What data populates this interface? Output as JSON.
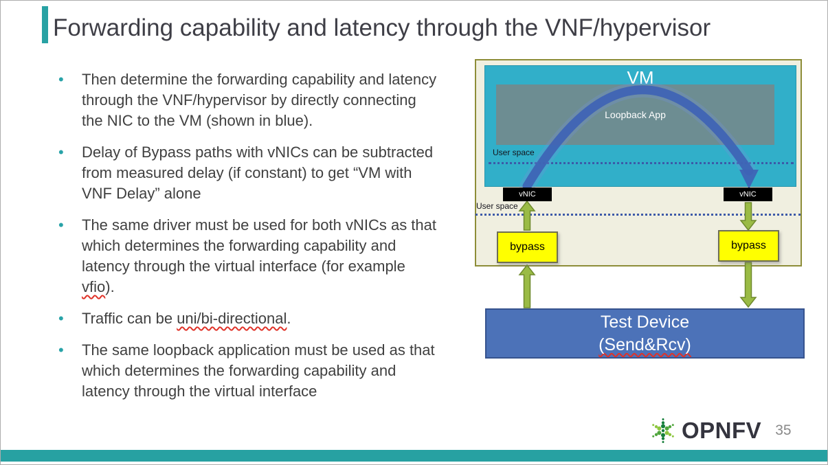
{
  "slide": {
    "title": "Forwarding capability and latency through the VNF/hypervisor"
  },
  "bullets": [
    {
      "t1": "Then determine the forwarding capability and latency through the VNF/hypervisor by directly connecting the NIC to the VM (shown in blue)."
    },
    {
      "t1": "Delay of Bypass paths with vNICs can be subtracted from measured delay (if constant) to get “VM with VNF Delay” alone"
    },
    {
      "t1": "The same driver must be used for both vNICs as that which determines the forwarding capability and latency through the virtual interface (for example ",
      "err": "vfio",
      "t2": ")."
    },
    {
      "t1": "Traffic can be ",
      "err": "uni/bi-directional",
      "t2": "."
    },
    {
      "t1": "The same loopback application must be used as that which determines the forwarding capability and latency through the virtual interface"
    }
  ],
  "diagram": {
    "vm_label": "VM",
    "loopback_label": "Loopback App",
    "user_space_vm": "User space",
    "user_space_host": "User space",
    "vnic_left": "vNIC",
    "vnic_right": "vNIC",
    "bypass_left": "bypass",
    "bypass_right": "bypass",
    "test_device_line1": "Test Device",
    "test_device_line2": "(Send&Rcv)"
  },
  "footer": {
    "brand": "OPNFV",
    "page_number": "35"
  },
  "colors": {
    "accent_teal": "#28a2a4",
    "vm_teal": "#31afc9",
    "loopback_gray": "#6d8d92",
    "host_beige": "#f0efe0",
    "host_border_olive": "#8d8d38",
    "bypass_yellow": "#ffff00",
    "test_device_blue": "#4c72b8",
    "arrow_green": "#9abb45",
    "arc_blue": "#3e63b5",
    "spellcheck_red": "#e03228"
  }
}
